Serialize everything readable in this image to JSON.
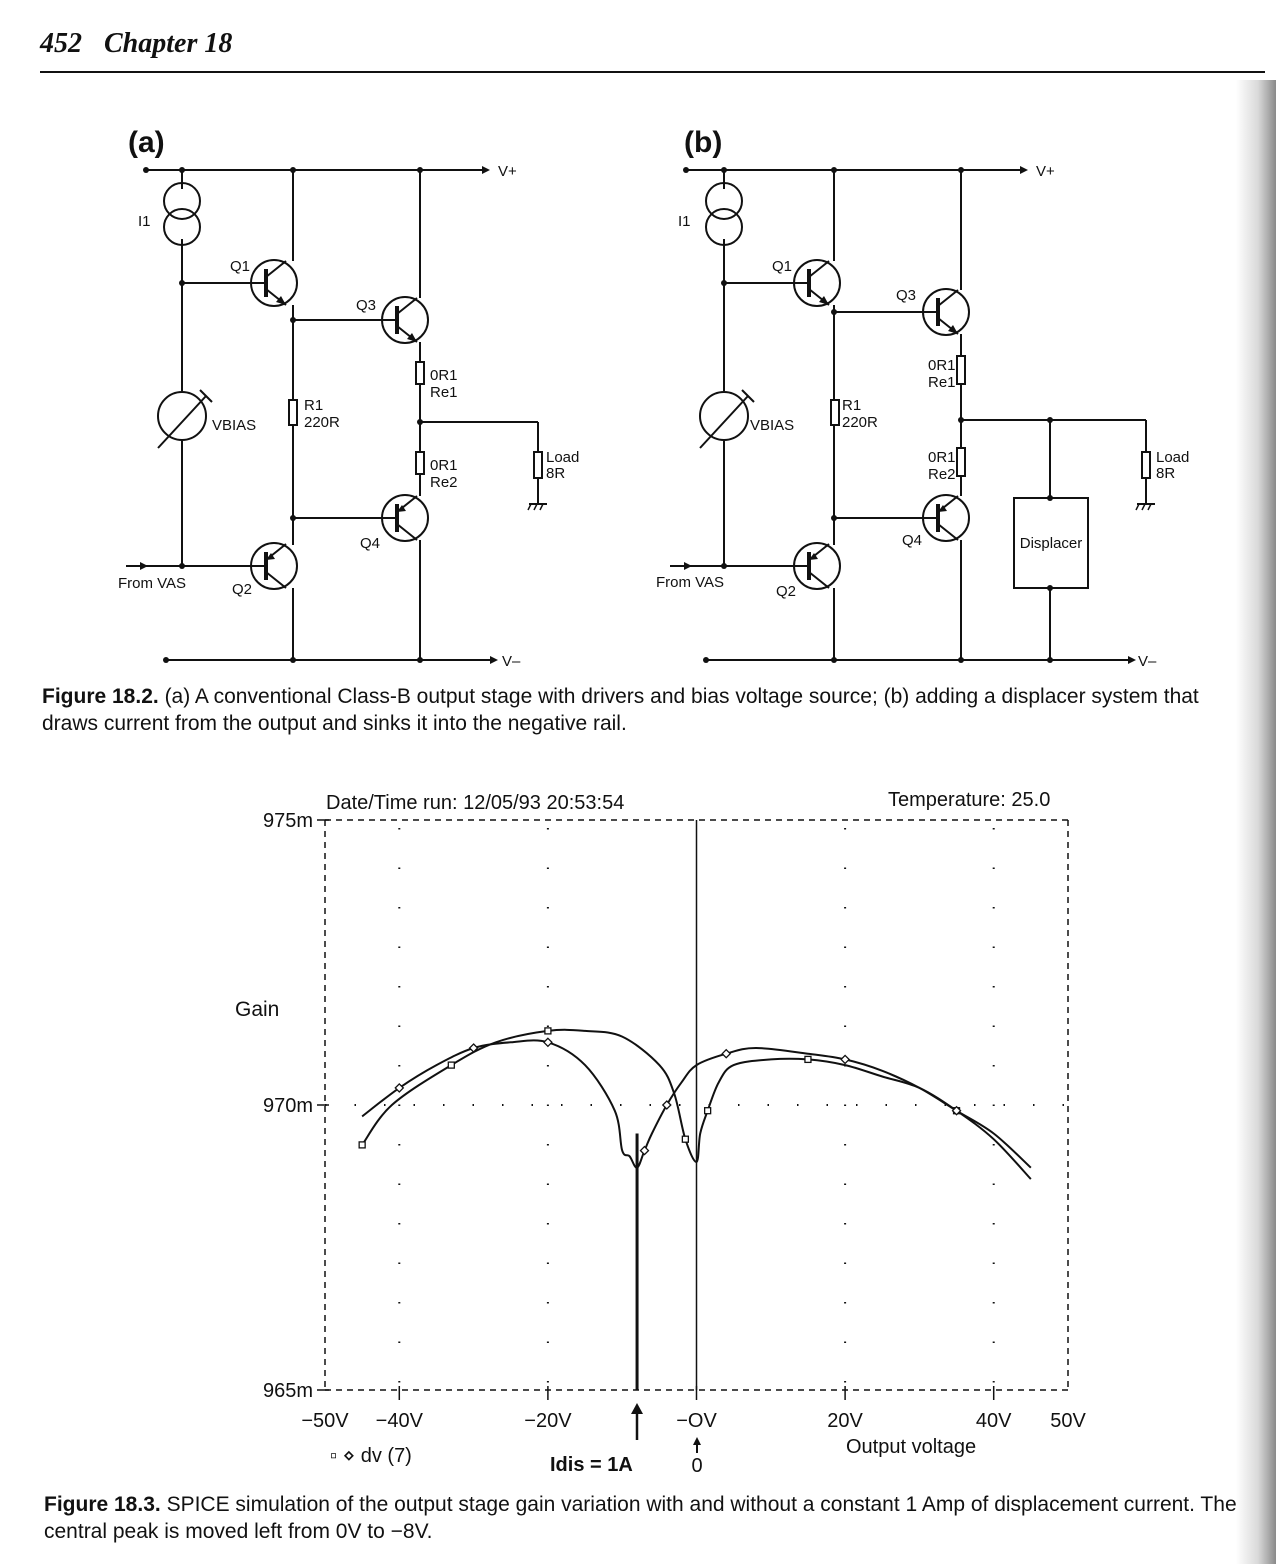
{
  "header": {
    "page_number": "452",
    "chapter": "Chapter 18"
  },
  "figure_18_2": {
    "panel_a": {
      "label": "(a)",
      "vplus": "V+",
      "vminus": "V–",
      "i1": "I1",
      "q1": "Q1",
      "q2": "Q2",
      "q3": "Q3",
      "q4": "Q4",
      "vbias": "VBIAS",
      "r1_name": "R1",
      "r1_value": "220R",
      "re1_value": "0R1",
      "re1_name": "Re1",
      "re2_value": "0R1",
      "re2_name": "Re2",
      "load_name": "Load",
      "load_value": "8R",
      "input": "From VAS"
    },
    "panel_b": {
      "label": "(b)",
      "vplus": "V+",
      "vminus": "V–",
      "i1": "I1",
      "q1": "Q1",
      "q2": "Q2",
      "q3": "Q3",
      "q4": "Q4",
      "vbias": "VBIAS",
      "r1_name": "R1",
      "r1_value": "220R",
      "re1_value": "0R1",
      "re1_name": "Re1",
      "re2_value": "0R1",
      "re2_name": "Re2",
      "load_name": "Load",
      "load_value": "8R",
      "displacer": "Displacer",
      "input": "From VAS"
    },
    "caption_label": "Figure 18.2.",
    "caption_text": "(a) A conventional Class-B output stage with drivers and bias voltage source; (b) adding a displacer system that draws current from the output and sinks it into the negative rail."
  },
  "figure_18_3": {
    "run_info": "Date/Time run:  12/05/93  20:53:54",
    "temperature": "Temperature:  25.0",
    "annotation_idis": "Idis = 1A",
    "annotation_zero": "0",
    "chart_data": {
      "type": "line",
      "ylabel": "Gain",
      "xlabel": "Output voltage",
      "xlim": [
        -50,
        50
      ],
      "ylim": [
        0.965,
        0.975
      ],
      "x_tick_labels": [
        "−50V",
        "−40V",
        "−20V",
        "−OV",
        "20V",
        "40V",
        "50V"
      ],
      "y_tick_labels": [
        "965m",
        "970m",
        "975m"
      ],
      "grid": true,
      "legend": "▫  ⋄ dv (7)",
      "series": [
        {
          "marker": "square",
          "x": [
            -45,
            -41,
            -33,
            -27,
            -20,
            -15,
            -10,
            -5,
            -3,
            -1.5,
            0,
            0.5,
            1.5,
            3,
            5,
            10,
            15,
            20,
            25,
            30,
            35,
            40,
            45
          ],
          "y": [
            0.9693,
            0.97,
            0.9707,
            0.9711,
            0.9713,
            0.9713,
            0.9712,
            0.9707,
            0.9702,
            0.9694,
            0.969,
            0.9695,
            0.9699,
            0.9704,
            0.9707,
            0.9708,
            0.9708,
            0.9707,
            0.9705,
            0.9703,
            0.9699,
            0.9694,
            0.9687
          ]
        },
        {
          "marker": "diamond",
          "x": [
            -45,
            -40,
            -35,
            -30,
            -25,
            -20,
            -15,
            -11,
            -10,
            -9,
            -8,
            -7,
            -6,
            -4,
            -2,
            0,
            4,
            8,
            15,
            20,
            25,
            30,
            35,
            40,
            45
          ],
          "y": [
            0.9698,
            0.9703,
            0.9707,
            0.971,
            0.9711,
            0.9711,
            0.9707,
            0.9699,
            0.9692,
            0.9691,
            0.9689,
            0.9692,
            0.9695,
            0.97,
            0.9704,
            0.9707,
            0.9709,
            0.971,
            0.9709,
            0.9708,
            0.9706,
            0.9703,
            0.9699,
            0.9695,
            0.9689
          ]
        }
      ]
    },
    "caption_label": "Figure 18.3.",
    "caption_text": "SPICE simulation of the output stage gain variation with and without a constant 1 Amp of displacement current. The central peak is moved left from 0V to −8V."
  }
}
